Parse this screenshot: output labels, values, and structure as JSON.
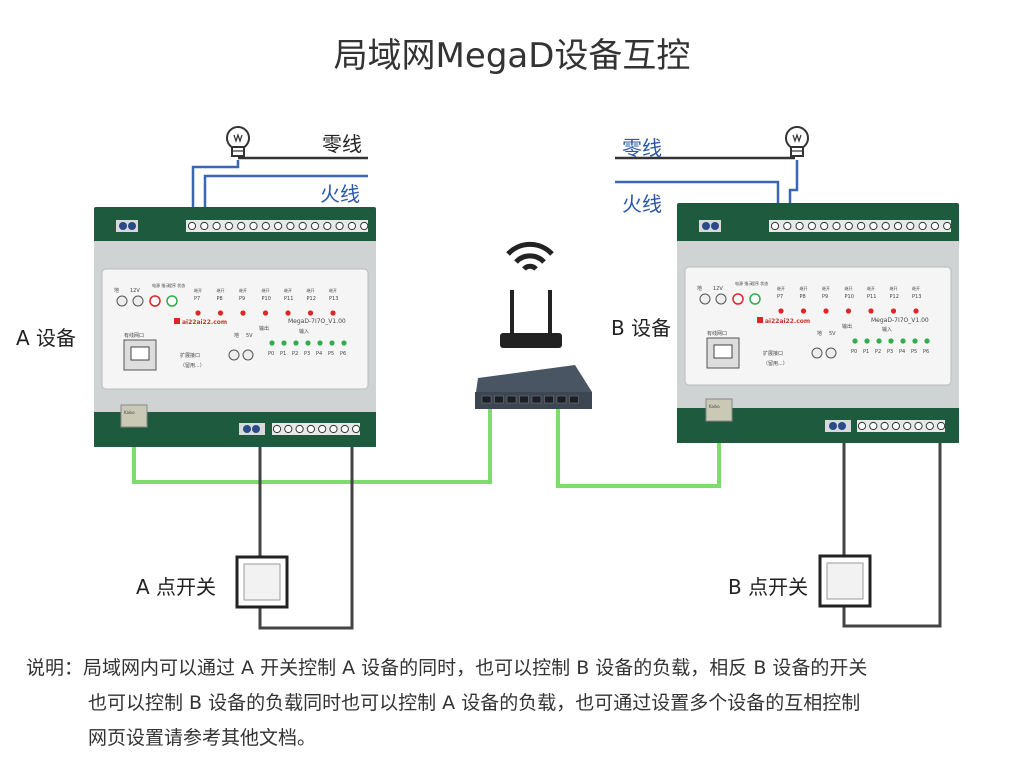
{
  "title": "局域网MegaD设备互控",
  "labels": {
    "neutral_left": "零线",
    "live_left": "火线",
    "neutral_right": "零线",
    "live_right": "火线",
    "device_a": "A 设备",
    "device_b": "B 设备",
    "switch_a": "A 点开关",
    "switch_b": "B 点开关"
  },
  "device_panel": {
    "model": "MegaD-7I7O_V1.00",
    "site": "ai22ai22.com",
    "eth_label": "有线网口",
    "ext_label": "扩展接口",
    "ext_sub": "（留用...）",
    "jack": "Kaiko",
    "in_label": "输入",
    "out_label": "输出",
    "ground": "地",
    "v12": "12V",
    "v5": "5V",
    "power_status": "电源 指示",
    "program_status": "程序 状态",
    "relay_word": "继开",
    "output_ports": [
      "P7",
      "P8",
      "P9",
      "P10",
      "P11",
      "P12",
      "P13"
    ],
    "input_ports": [
      "P0",
      "P1",
      "P2",
      "P3",
      "P4",
      "P5",
      "P6"
    ]
  },
  "note": {
    "prefix": "说明：",
    "line1": "局域网内可以通过 A 开关控制 A 设备的同时，也可以控制 B 设备的负载，相反 B 设备的开关",
    "line2": "也可以控制 B 设备的负载同时也可以控制 A 设备的负载，也可通过设置多个设备的互相控制",
    "line3": "网页设置请参考其他文档。"
  },
  "colors": {
    "panel_green": "#1e5a3e",
    "network_cable": "#7ddc6b",
    "live_wire": "#3a66b5",
    "neutral_wire": "#333333",
    "led_red": "#e02525",
    "led_green": "#2fae4a"
  }
}
